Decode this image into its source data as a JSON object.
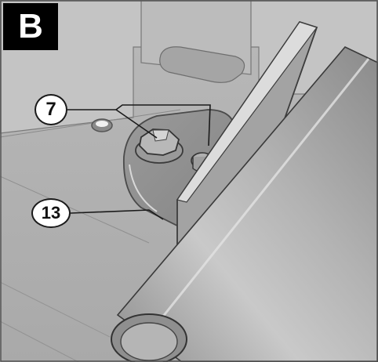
{
  "figure": {
    "panel_label": "B",
    "callouts": [
      {
        "label": "7"
      },
      {
        "label": "13"
      }
    ]
  }
}
